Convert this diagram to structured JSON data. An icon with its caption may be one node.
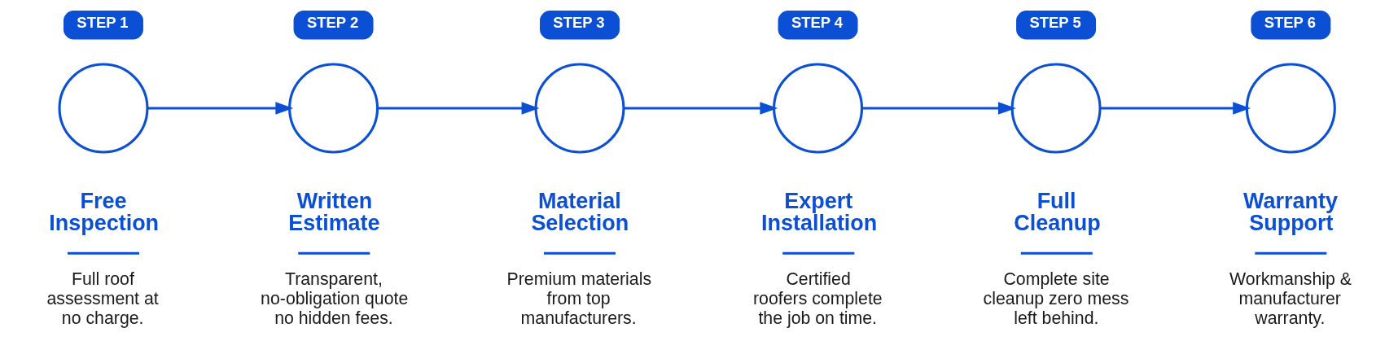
{
  "diagram": {
    "nodes": [
      {
        "text": [
          "STEP 1"
        ]
      },
      {
        "text": [],
        "shape": "circle",
        "beside": [
          "Free Inspection",
          "Full roof assessment at no charge."
        ]
      },
      {
        "text": [
          "STEP 2"
        ]
      },
      {
        "text": [],
        "shape": "circle",
        "beside": [
          "Written Estimate",
          "Transparent, no-obligation quote no hidden fees."
        ]
      },
      {
        "text": [
          "STEP 3"
        ]
      },
      {
        "text": [],
        "shape": "circle",
        "beside": [
          "Material Selection",
          "Premium materials from top manufacturers."
        ]
      },
      {
        "text": [
          "STEP 4"
        ]
      },
      {
        "text": [],
        "shape": "circle",
        "beside": [
          "Expert Installation",
          "Certified roofers complete the job on time."
        ]
      },
      {
        "text": [
          "STEP 5"
        ]
      },
      {
        "text": [],
        "shape": "circle",
        "beside": [
          "Full Cleanup",
          "Complete site cleanup zero mess left behind."
        ]
      },
      {
        "text": [
          "STEP 6"
        ]
      },
      {
        "text": [],
        "shape": "circle",
        "beside": [
          "Warranty Support",
          "Workmanship & manufacturer warranty."
        ]
      }
    ],
    "edges": [
      {
        "from": 1,
        "to": 3,
        "arrow": "to"
      },
      {
        "from": 3,
        "to": 5,
        "arrow": "to"
      },
      {
        "from": 5,
        "to": 7,
        "arrow": "to"
      },
      {
        "from": 7,
        "to": 9,
        "arrow": "to"
      },
      {
        "from": 9,
        "to": 11,
        "arrow": "to"
      }
    ]
  }
}
